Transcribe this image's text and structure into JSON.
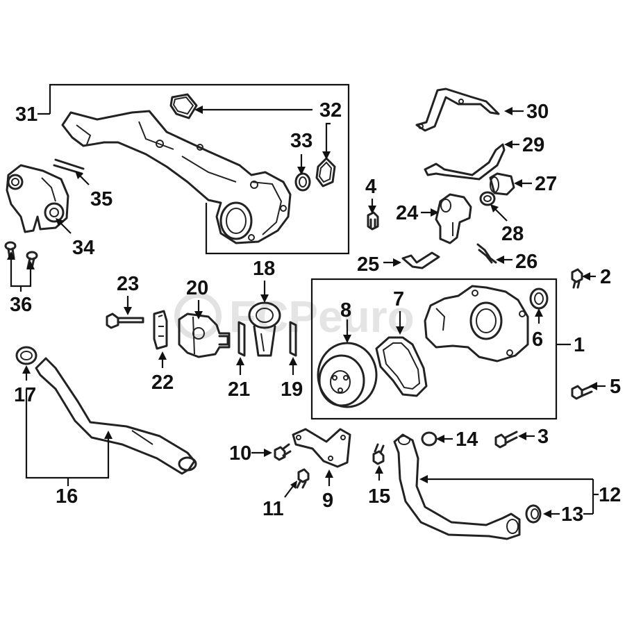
{
  "watermark": "FCPeuro",
  "callouts": {
    "c1": "1",
    "c2": "2",
    "c3": "3",
    "c4": "4",
    "c5": "5",
    "c6": "6",
    "c7": "7",
    "c8": "8",
    "c9": "9",
    "c10": "10",
    "c11": "11",
    "c12": "12",
    "c13": "13",
    "c14": "14",
    "c15": "15",
    "c16": "16",
    "c17": "17",
    "c18": "18",
    "c19": "19",
    "c20": "20",
    "c21": "21",
    "c22": "22",
    "c23": "23",
    "c24": "24",
    "c25": "25",
    "c26": "26",
    "c27": "27",
    "c28": "28",
    "c29": "29",
    "c30": "30",
    "c31": "31",
    "c32": "32",
    "c33": "33",
    "c34": "34",
    "c35": "35",
    "c36": "36"
  }
}
